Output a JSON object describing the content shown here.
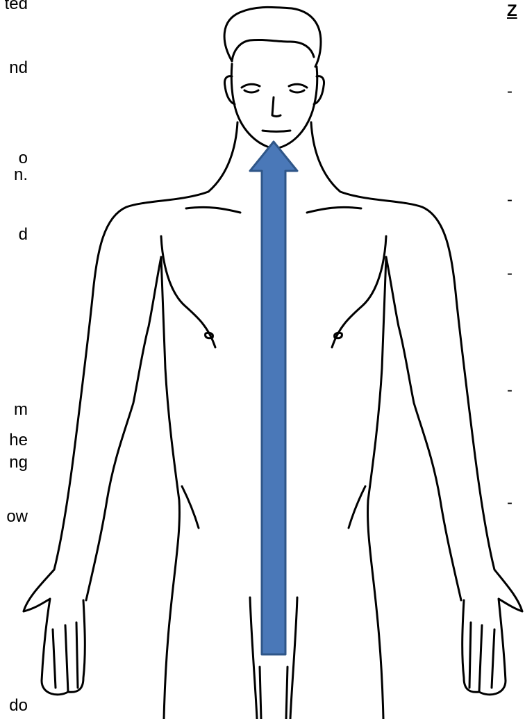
{
  "left_text_fragments": [
    "ted",
    "nd",
    "o",
    "n.",
    "d",
    "m",
    "he",
    "ng",
    "ow",
    "do"
  ],
  "right_heading": "Z",
  "right_bullets": [
    "-",
    "-",
    "-",
    "-",
    "-"
  ],
  "arrow_color": "#4a78b8",
  "arrow_border_color": "#2f5688",
  "line_color": "#000000"
}
